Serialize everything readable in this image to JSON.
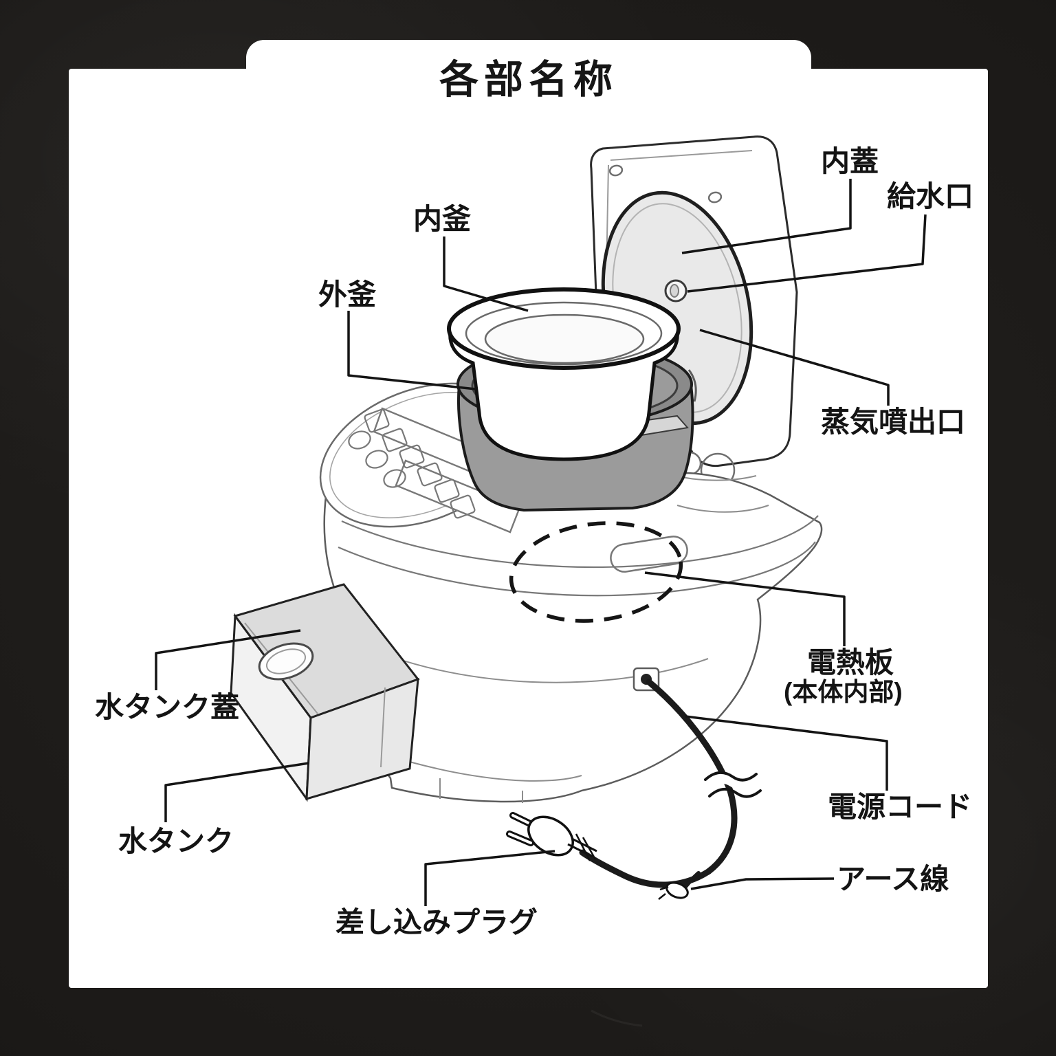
{
  "title": "各部名称",
  "page": {
    "background_color": "#1b1917",
    "card_color": "#ffffff",
    "ink_color": "#141414"
  },
  "diagram": {
    "subject": "rice-cooker exploded parts view",
    "colors": {
      "outer_pot_gray": "#9b9b9b",
      "inner_lid_gray": "#e9e9e9",
      "tank_top_gray": "#dcdcdc",
      "tank_front_gray": "#e8e8e8",
      "cord_black": "#1b1b1b",
      "leader_line": "#141414"
    },
    "labels": {
      "inner_lid": "内蓋",
      "water_inlet": "給水口",
      "inner_pot": "内釜",
      "outer_pot": "外釜",
      "steam_vent": "蒸気噴出口",
      "water_tank_lid": "水タンク蓋",
      "water_tank": "水タンク",
      "heating_plate": "電熱板",
      "heating_plate_note": "(本体内部)",
      "power_cord": "電源コード",
      "earth_wire": "アース線",
      "plug": "差し込みプラグ"
    }
  }
}
